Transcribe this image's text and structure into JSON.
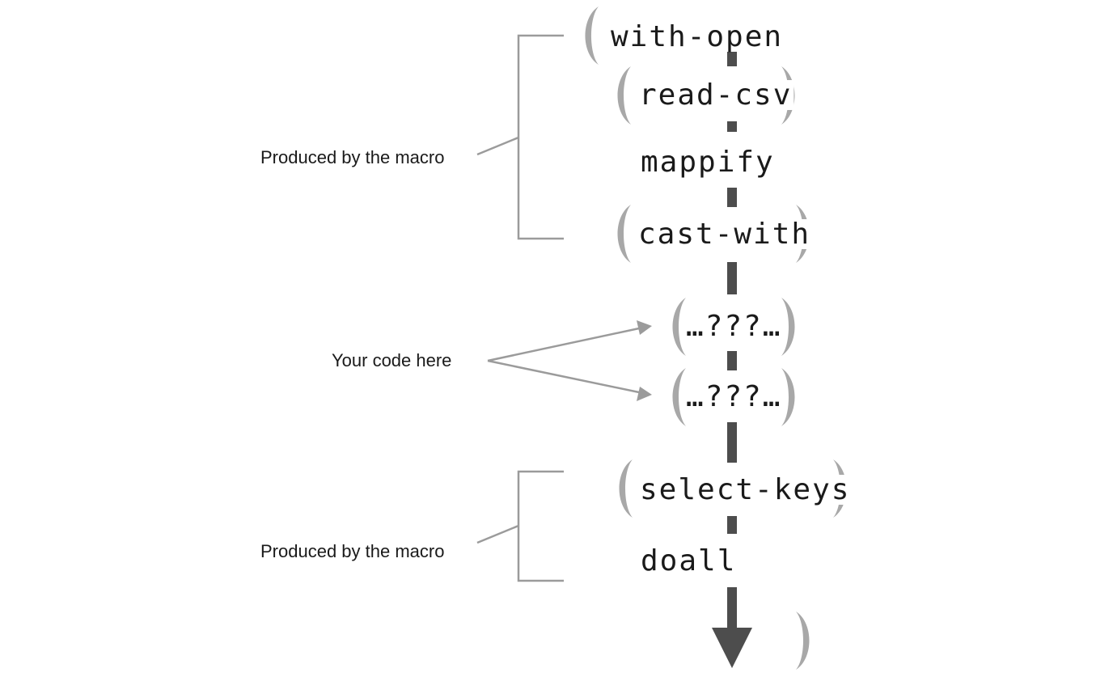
{
  "functions": {
    "with_open": "with-open",
    "read_csv": "read-csv",
    "mappify": "mappify",
    "cast_with": "cast-with",
    "user_code_1": "…???…",
    "user_code_2": "…???…",
    "select_keys": "select-keys",
    "doall": "doall"
  },
  "annotations": {
    "macro_top": "Produced by the macro",
    "your_code": "Your code here",
    "macro_bottom": "Produced by the macro"
  },
  "colors": {
    "spine": "#4d4d4d",
    "parens": "#a8a8a8",
    "brackets": "#9b9b9b",
    "text": "#1a1a1a"
  }
}
